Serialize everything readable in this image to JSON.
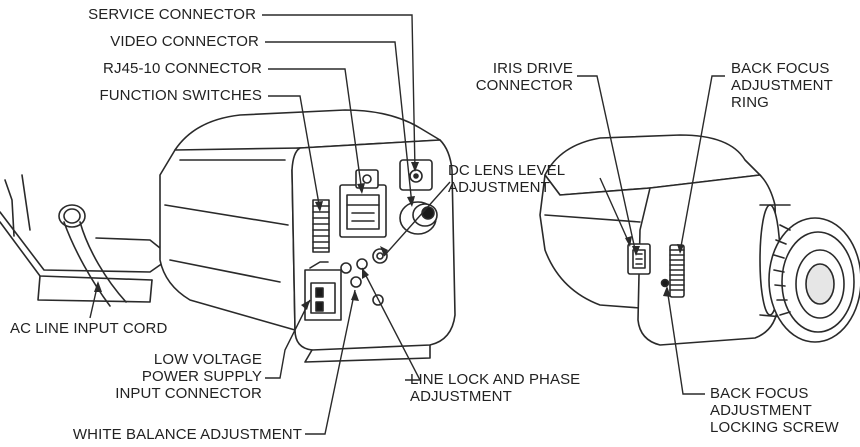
{
  "colors": {
    "line": "#2a2a2a",
    "text": "#222222",
    "background": "#ffffff",
    "dark": "#1a1a1a",
    "gray": "#9a9a9a",
    "light": "#e6e6e6"
  },
  "rear_view": {
    "callouts": {
      "service_connector": "SERVICE CONNECTOR",
      "video_connector": "VIDEO CONNECTOR",
      "rj45_connector": "RJ45-10 CONNECTOR",
      "function_switches": "FUNCTION SWITCHES",
      "dc_lens_level": [
        "DC LENS LEVEL",
        "ADJUSTMENT"
      ],
      "ac_line_input": "AC LINE INPUT CORD",
      "low_voltage_power": [
        "LOW VOLTAGE",
        "POWER SUPPLY",
        "INPUT CONNECTOR"
      ],
      "line_lock_phase": [
        "LINE LOCK AND PHASE",
        "ADJUSTMENT"
      ],
      "white_balance": "WHITE BALANCE ADJUSTMENT"
    }
  },
  "front_view": {
    "callouts": {
      "iris_drive": [
        "IRIS DRIVE",
        "CONNECTOR"
      ],
      "back_focus_ring": [
        "BACK FOCUS",
        "ADJUSTMENT",
        "RING"
      ],
      "back_focus_screw": [
        "BACK FOCUS",
        "ADJUSTMENT",
        "LOCKING SCREW"
      ]
    }
  }
}
